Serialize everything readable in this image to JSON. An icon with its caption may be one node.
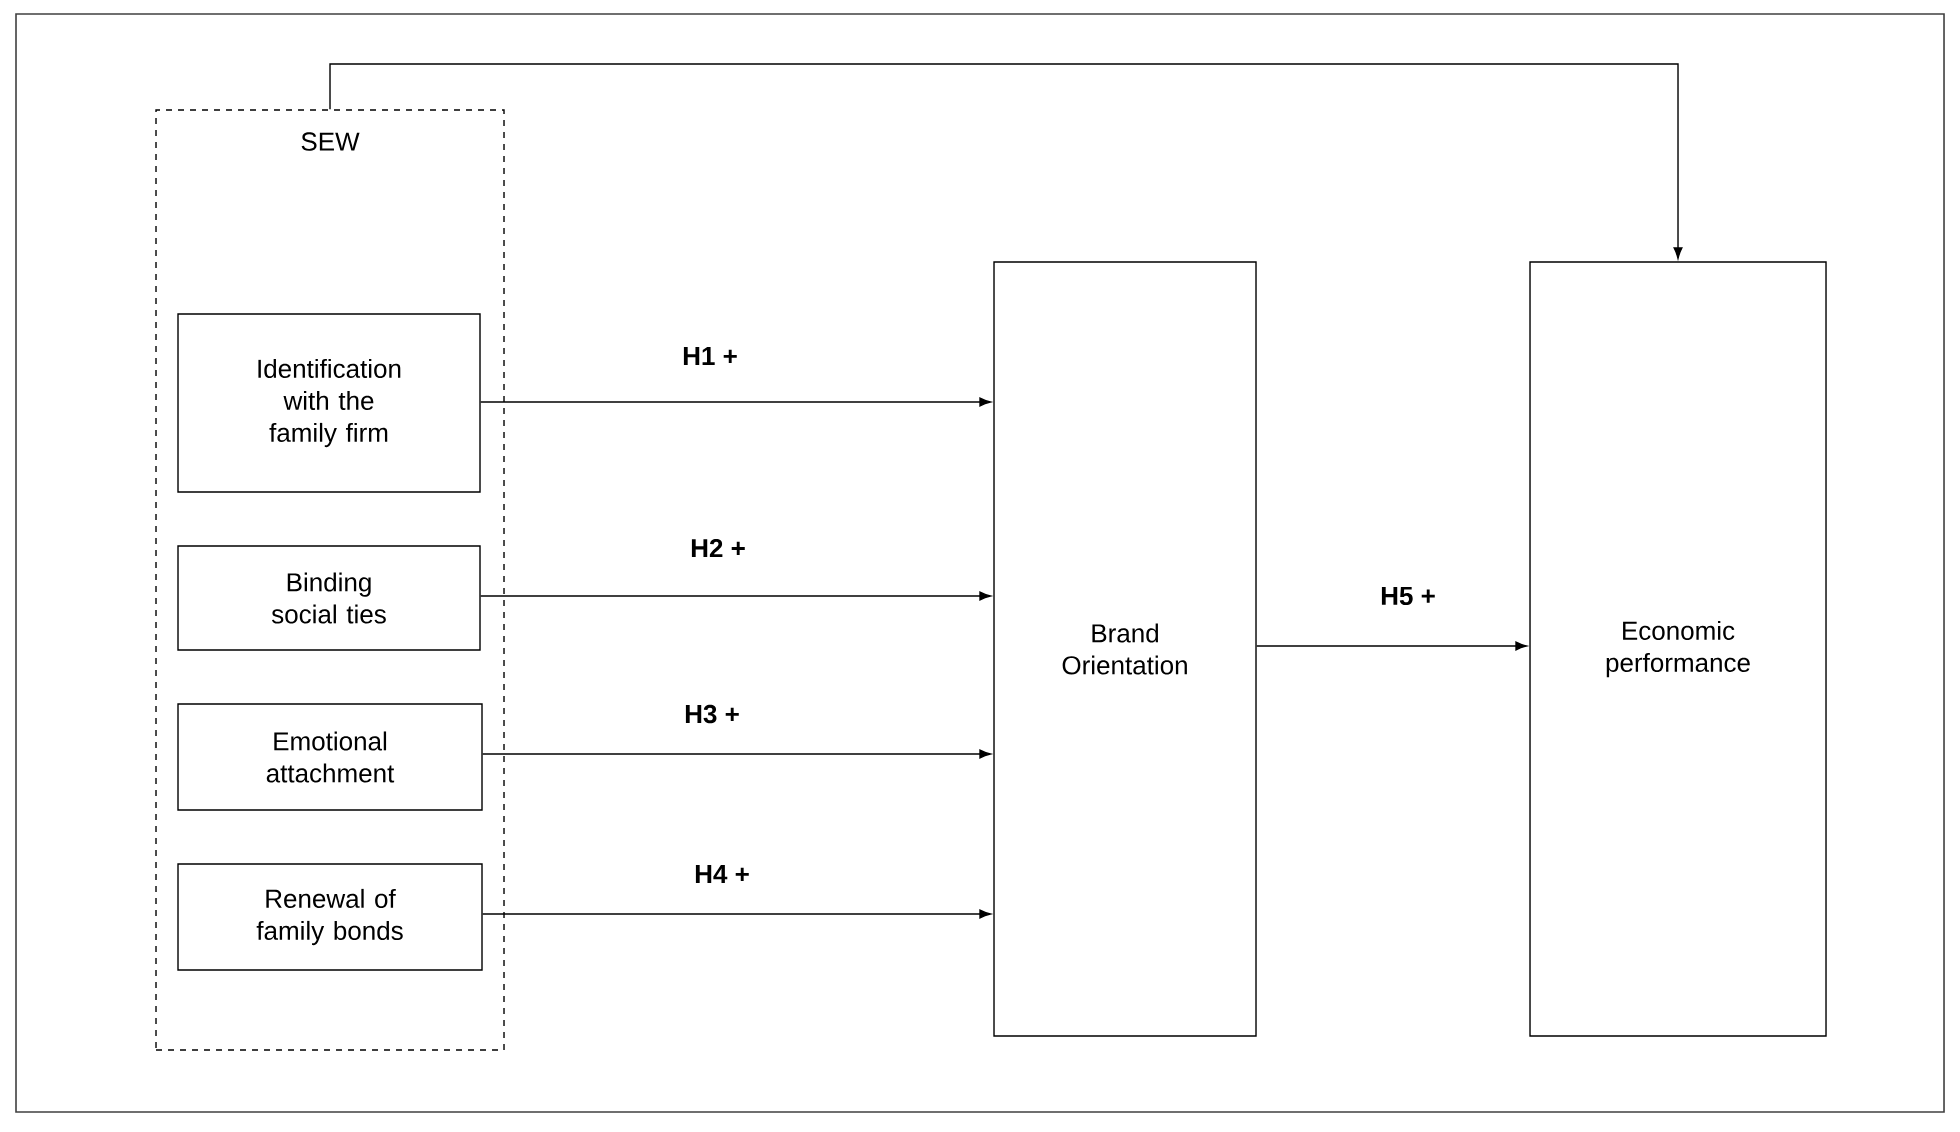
{
  "diagram": {
    "nodes": [
      {
        "text": [
          "SEW"
        ]
      },
      {
        "text": [
          "Identification with the family firm"
        ],
        "in": 0
      },
      {
        "text": [
          "Binding social ties"
        ],
        "in": 0
      },
      {
        "text": [
          "Emotional attachment"
        ],
        "in": 0
      },
      {
        "text": [
          "Renewal of family bonds"
        ],
        "in": 0
      },
      {
        "text": [
          "Brand Orientation"
        ]
      },
      {
        "text": [
          "Economic performance"
        ]
      }
    ],
    "edges": [
      {
        "from": 1,
        "to": 5,
        "arrow": "to",
        "label": "H1 +"
      },
      {
        "from": 2,
        "to": 5,
        "arrow": "to",
        "label": "H2 +"
      },
      {
        "from": 3,
        "to": 5,
        "arrow": "to",
        "label": "H3 +"
      },
      {
        "from": 4,
        "to": 5,
        "arrow": "to",
        "label": "H4 +"
      },
      {
        "from": 5,
        "to": 6,
        "arrow": "to",
        "label": "H5 +"
      },
      {
        "from": 0,
        "to": 6,
        "arrow": "to"
      }
    ]
  }
}
